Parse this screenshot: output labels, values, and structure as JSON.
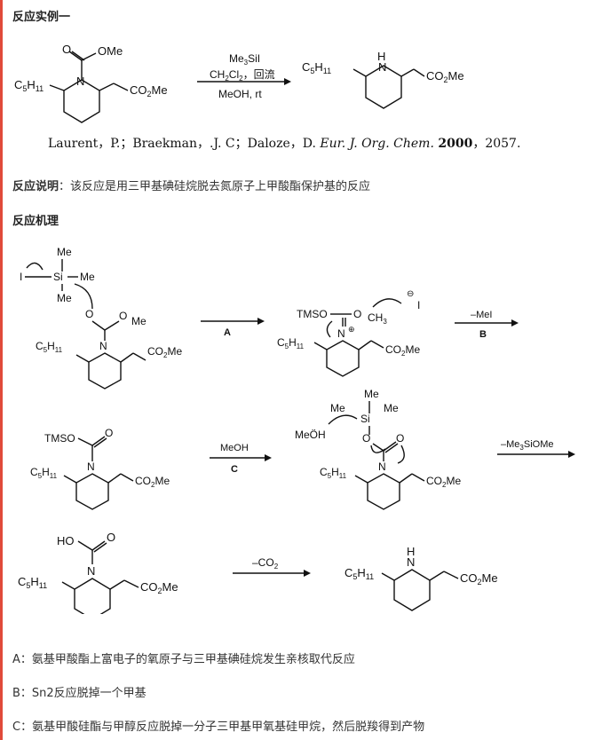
{
  "headings": {
    "example": "反应实例一",
    "description_label": "反应说明",
    "description_text": "：该反应是用三甲基碘硅烷脱去氮原子上甲酸酯保护基的反应",
    "mechanism": "反应机理"
  },
  "reference": {
    "authors": "Laurent，P.；Braekman，.J. C；Daloze，D.",
    "journal": "Eur. J. Org. Chem.",
    "year": "2000",
    "pages": "，2057."
  },
  "scheme_labels": {
    "reagent1": "Me",
    "reagent1_sub": "3",
    "reagent1_tail": "SiI",
    "reagent2a": "CH",
    "reagent2b": "Cl",
    "reflux": "，回流",
    "reagent3": "MeOH, rt",
    "ome": "OMe",
    "o": "O",
    "n": "N",
    "nh": "N",
    "h": "H",
    "c5h11": "C",
    "co2me": "CO",
    "me_tail": "Me",
    "two": "2",
    "five": "5",
    "eleven": "11",
    "me": "Me",
    "si": "Si",
    "i": "I",
    "tmso": "TMSO",
    "ch3": "CH",
    "three": "3",
    "minus": "⊖",
    "plus": "⊕",
    "step_a": "A",
    "step_b": "B",
    "step_c": "C",
    "mei": "–MeI",
    "meoh": "MeOH",
    "meoh_nu": "MeÖH",
    "minus_me3siome": "–Me",
    "sub3": "3",
    "siome": "SiOMe",
    "ho": "HO",
    "minus_co2": "–CO",
    "co2_sub": "2"
  },
  "notes": [
    "A：氨基甲酸酯上富电子的氧原子与三甲基碘硅烷发生亲核取代反应",
    "B：Sn2反应脱掉一个甲基",
    "C：氨基甲酸硅酯与甲醇反应脱掉一分子三甲基甲氧基硅甲烷，然后脱羧得到产物"
  ],
  "colors": {
    "accent": "#e04a3a"
  }
}
